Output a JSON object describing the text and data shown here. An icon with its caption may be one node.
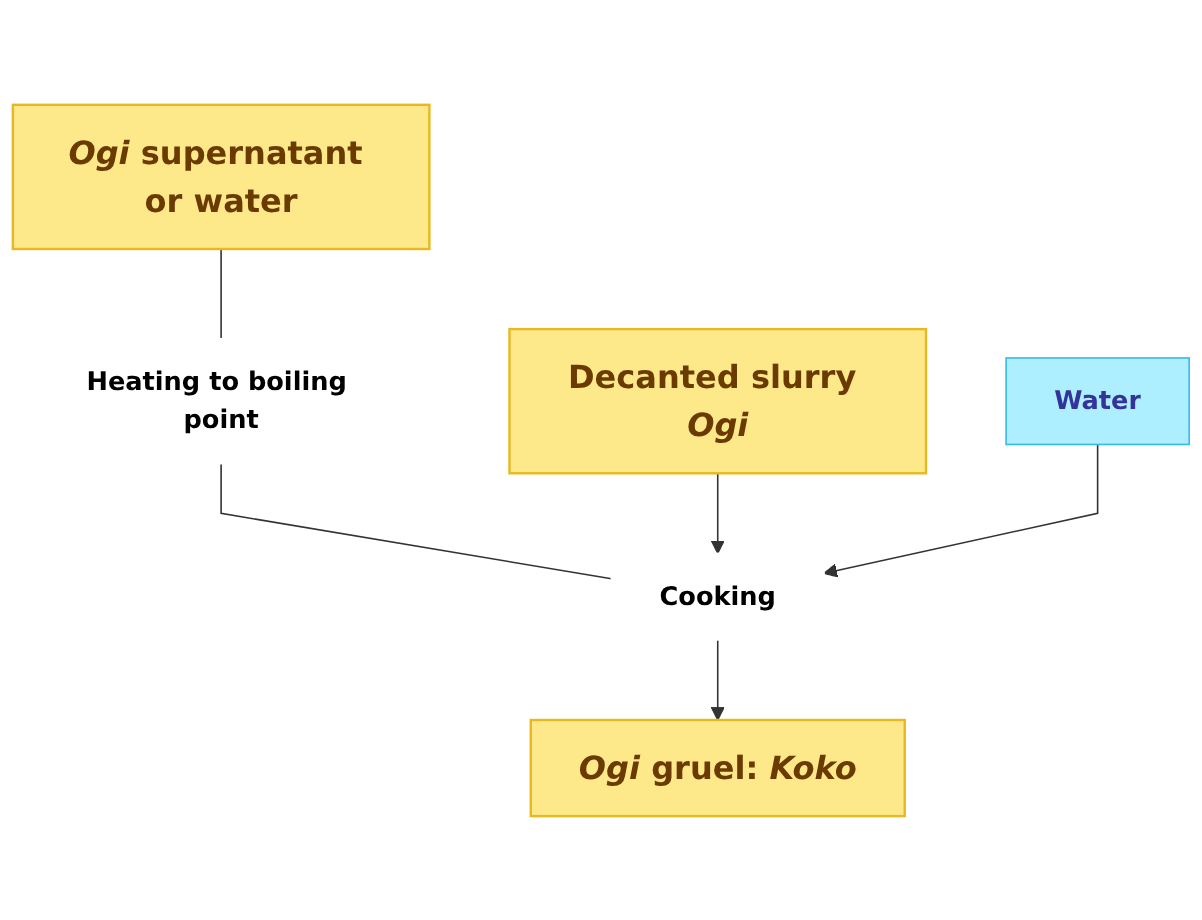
{
  "diagram": {
    "nodes": [
      {
        "text": [
          "*Ogi* supernatant or water"
        ]
      },
      {
        "text": [
          "Decanted slurry *Ogi*"
        ]
      },
      {
        "text": [
          "Heating to boiling point"
        ]
      },
      {
        "text": [
          "Water"
        ]
      },
      {
        "text": [
          "Cooking"
        ]
      },
      {
        "text": [
          "*Ogi* gruel: *Koko*"
        ]
      }
    ],
    "edges": [
      {
        "from": 0,
        "to": 2,
        "arrow": "none"
      },
      {
        "from": 2,
        "to": 4,
        "arrow": "none"
      },
      {
        "from": 1,
        "to": 4,
        "arrow": "to"
      },
      {
        "from": 3,
        "to": 4,
        "arrow": "to"
      },
      {
        "from": 4,
        "to": 5,
        "arrow": "to"
      }
    ]
  }
}
